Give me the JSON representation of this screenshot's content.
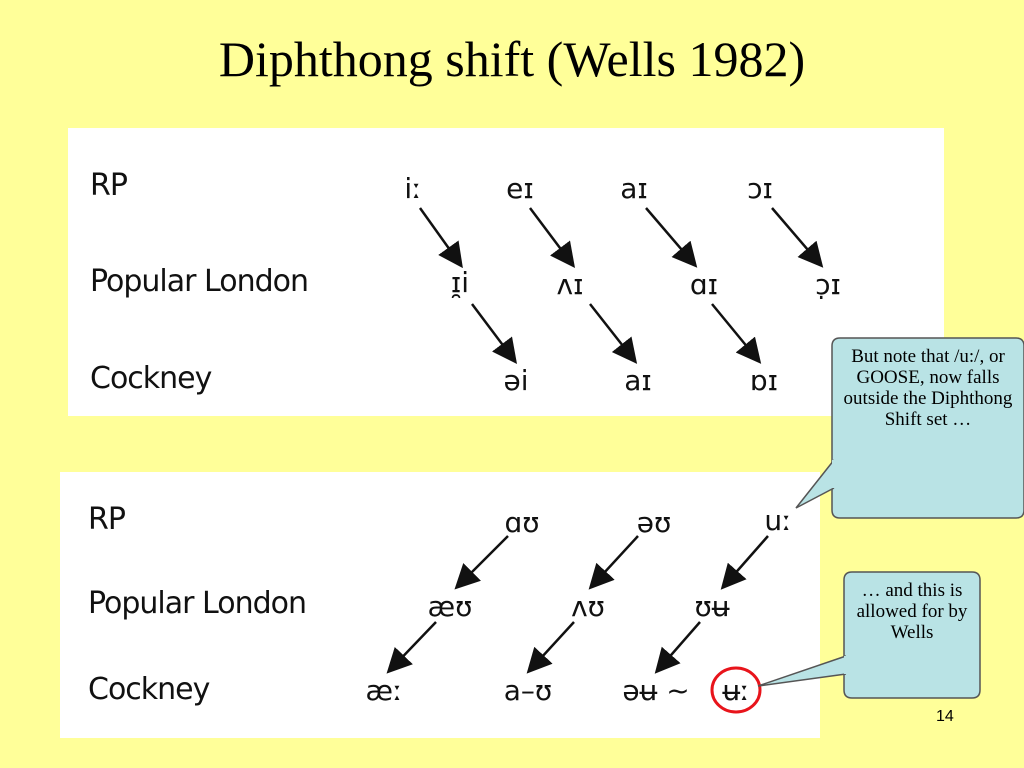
{
  "title": "Diphthong shift (Wells 1982)",
  "table1": {
    "rows": [
      "RP",
      "Popular London",
      "Cockney"
    ],
    "rp": [
      "iː",
      "eɪ",
      "aɪ",
      "ɔɪ"
    ],
    "popular_london": [
      "ɪ̯i",
      "ʌɪ",
      "ɑɪ",
      "ɔ̣ɪ"
    ],
    "cockney": [
      "əi",
      "aɪ",
      "ɒɪ"
    ]
  },
  "table2": {
    "rows": [
      "RP",
      "Popular London",
      "Cockney"
    ],
    "rp": [
      "ɑʊ",
      "əʊ",
      "uː"
    ],
    "popular_london": [
      "æʊ",
      "ʌʊ",
      "ʊʉ"
    ],
    "cockney": [
      "æː",
      "a–ʊ",
      "əʉ ~",
      "ʉː"
    ]
  },
  "callout1": "But note that /u:/, or GOOSE, now falls outside the Diphthong Shift set …",
  "callout2": "… and this is allowed for by Wells",
  "page_number": "14",
  "colors": {
    "background": "#ffff99",
    "callout_fill": "#b9e3e5",
    "highlight_circle": "#e8141b"
  }
}
